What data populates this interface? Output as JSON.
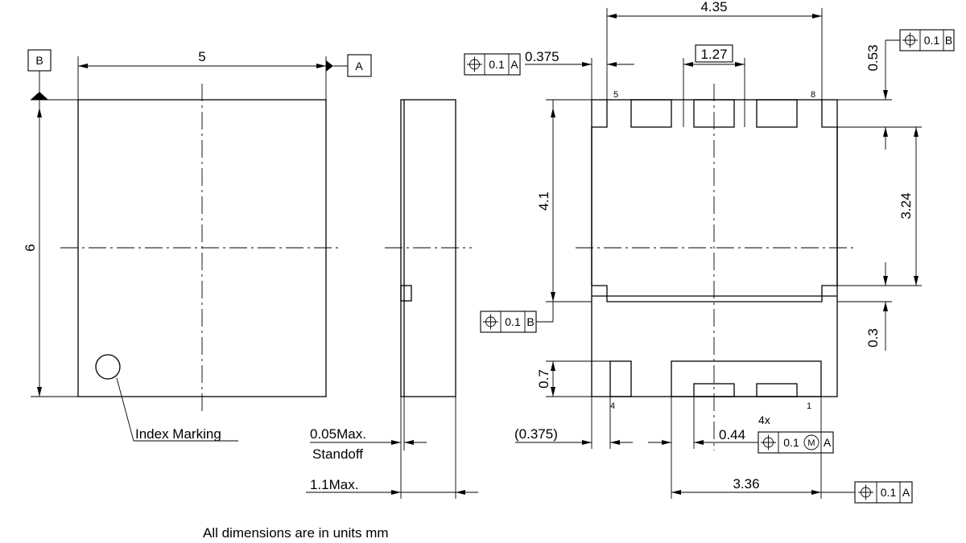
{
  "datums": {
    "a": "A",
    "b": "B"
  },
  "dims": {
    "width_5": "5",
    "height_6": "6",
    "d_4_35": "4.35",
    "d_0_375": "0.375",
    "d_1_27": "1.27",
    "d_0_53": "0.53",
    "d_4_1": "4.1",
    "d_3_24": "3.24",
    "d_0_3": "0.3",
    "d_0_7": "0.7",
    "d_0_375_ref": "(0.375)",
    "d_0_44": "0.44",
    "d_3_36": "3.36",
    "count_4x": "4x",
    "standoff_value": "0.05Max.",
    "standoff_label": "Standoff",
    "height_max": "1.1Max."
  },
  "tolerance": {
    "t1": {
      "value": "0.1",
      "datum": "A"
    },
    "t2": {
      "value": "0.1",
      "datum": "B"
    },
    "t3": {
      "value": "0.1",
      "datum": "B"
    },
    "t4": {
      "value": "0.1",
      "modifier": "M",
      "datum": "A"
    },
    "t5": {
      "value": "0.1",
      "datum": "A"
    }
  },
  "pins": {
    "p5": "5",
    "p8": "8",
    "p4": "4",
    "p1": "1"
  },
  "labels": {
    "index_marking": "Index Marking",
    "footer": "All dimensions are in units mm"
  }
}
